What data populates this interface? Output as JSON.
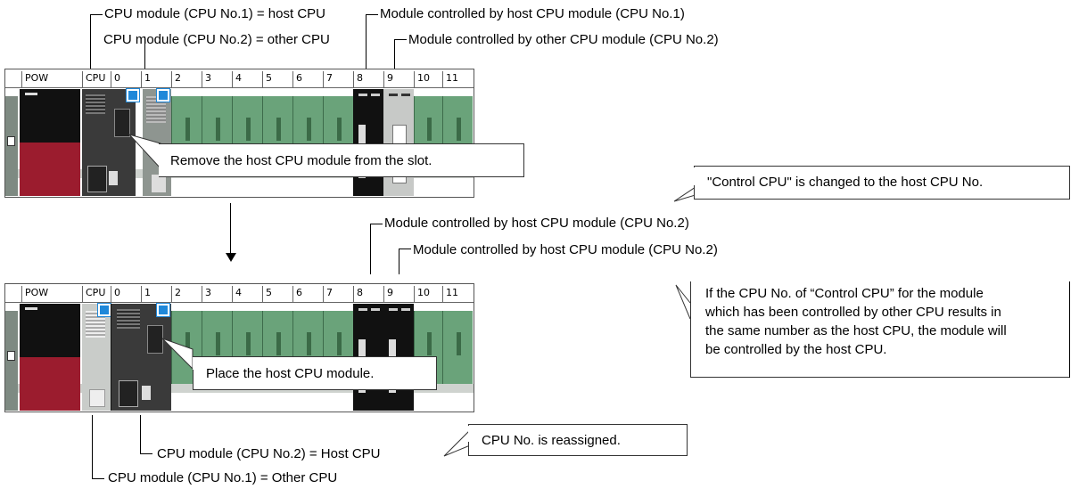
{
  "top": {
    "label_cpu1_host": "CPU module (CPU No.1) = host CPU",
    "label_cpu2_other": "CPU module (CPU No.2) = other CPU",
    "label_host_controlled": "Module controlled by host CPU module (CPU No.1)",
    "label_other_controlled": "Module controlled by other CPU module (CPU No.2)",
    "callout": "Remove the host CPU module from the slot."
  },
  "bottom": {
    "label_host_controlled_1": "Module controlled by host CPU module (CPU No.2)",
    "label_host_controlled_2": "Module controlled by host CPU module (CPU No.2)",
    "label_cpu2_host": "CPU module (CPU No.2) = Host CPU",
    "label_cpu1_other": "CPU module (CPU No.1) = Other CPU",
    "callout": "Place the host CPU module."
  },
  "notes": {
    "control_cpu": "\"Control CPU\" is changed to the host CPU No.",
    "explanation": [
      "If the CPU No. of “Control CPU” for the module",
      "which has been controlled by other CPU results in",
      "the same number as the host CPU, the module will",
      "be controlled by the host CPU."
    ],
    "reassigned": "CPU No. is reassigned."
  },
  "slots": [
    "POW",
    "CPU",
    "0",
    "1",
    "2",
    "3",
    "4",
    "5",
    "6",
    "7",
    "8",
    "9",
    "10",
    "11"
  ],
  "colors": {
    "indicator": "#1f88d9",
    "io_module": "#6aa37a",
    "power": "#9b1c2e"
  }
}
